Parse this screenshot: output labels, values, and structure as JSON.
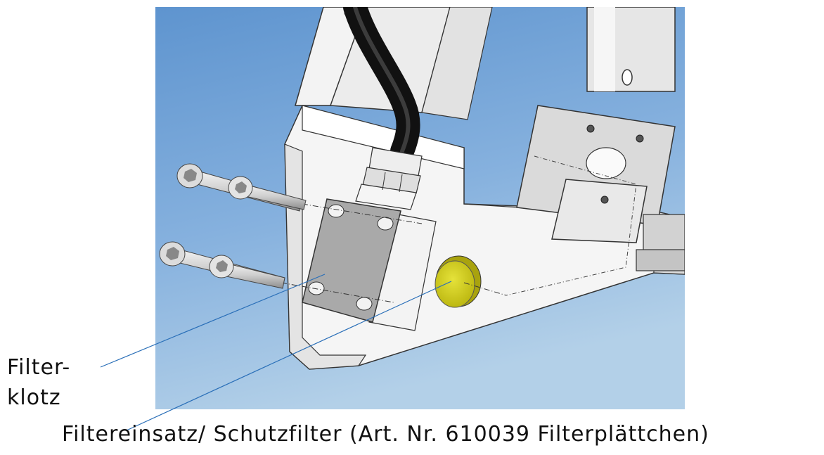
{
  "labels": {
    "filterklotz_line1": "Filter-",
    "filterklotz_line2": "klotz",
    "filtereinsatz": "Filtereinsatz/ Schutzfilter (Art. Nr. 610039 Filterplättchen)"
  },
  "colors": {
    "sky_top": "#5e94cf",
    "sky_bottom": "#a9cbe6",
    "housing": "#f2f2f2",
    "block": "#a9a9a9",
    "filter_disc": "#d2cf1e",
    "hose": "#1e1e1e",
    "leader_line": "#2a6fb8"
  },
  "icons": [
    "hex-socket-screw-icon",
    "filter-disc-icon",
    "hose-icon",
    "hole-icon"
  ]
}
